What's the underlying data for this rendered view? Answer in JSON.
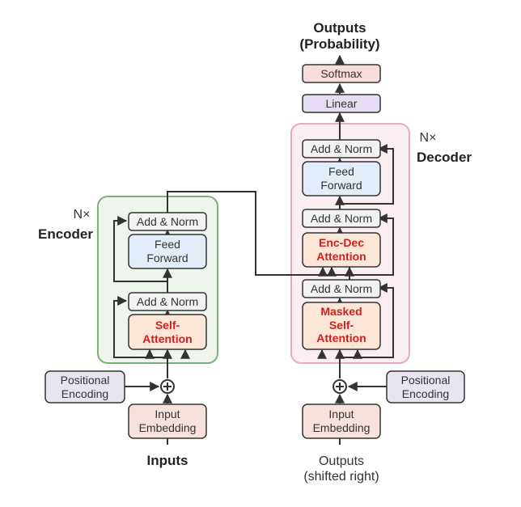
{
  "outputs": {
    "title": "Outputs\n(Probability)"
  },
  "decoder": {
    "softmax": "Softmax",
    "linear": "Linear",
    "nx": "N×",
    "name": "Decoder",
    "add_norm_3": "Add & Norm",
    "feed_forward": "Feed\nForward",
    "add_norm_2": "Add & Norm",
    "enc_dec_attention": "Enc-Dec\nAttention",
    "add_norm_1": "Add & Norm",
    "masked_self_attention": "Masked\nSelf-\nAttention",
    "positional_encoding": "Positional\nEncoding",
    "input_embedding": "Input\nEmbedding",
    "inputs_label": "Outputs\n(shifted right)"
  },
  "encoder": {
    "nx": "N×",
    "name": "Encoder",
    "add_norm_2": "Add & Norm",
    "feed_forward": "Feed\nForward",
    "add_norm_1": "Add & Norm",
    "self_attention": "Self-\nAttention",
    "positional_encoding": "Positional\nEncoding",
    "input_embedding": "Input\nEmbedding",
    "inputs_label": "Inputs"
  },
  "colors": {
    "encoder_frame": "#7bb07d",
    "encoder_fill": "#edf5ec",
    "decoder_frame": "#e6a9c4",
    "decoder_fill": "#fbeef3",
    "add_norm_fill": "#f2f2f2",
    "feed_forward_fill": "#e3edf9",
    "attention_fill": "#fbe6d8",
    "attention_text": "#d0211d",
    "embedding_fill": "#f6e1dc",
    "positional_fill": "#e8e5ef",
    "softmax_fill": "#f8dcdc",
    "linear_fill": "#e6dcf2"
  }
}
